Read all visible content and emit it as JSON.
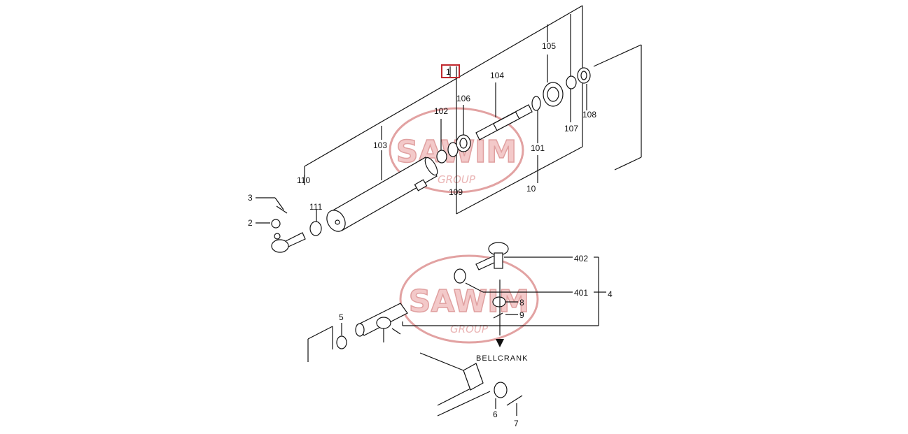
{
  "watermark": {
    "brand": "SAWIM",
    "sub": "GROUP"
  },
  "callouts": {
    "c1": "1",
    "c2": "2",
    "c3": "3",
    "c4": "4",
    "c5": "5",
    "c6": "6",
    "c7": "7",
    "c8": "8",
    "c9": "9",
    "c10": "10",
    "c101": "101",
    "c102": "102",
    "c103": "103",
    "c104": "104",
    "c105": "105",
    "c106": "106",
    "c107": "107",
    "c108": "108",
    "c109": "109",
    "c110": "110",
    "c111": "111",
    "c401": "401",
    "c402": "402"
  },
  "bellcrank_label": "BELLCRANK",
  "colors": {
    "highlight_box": "#c0282d",
    "watermark": "#e2a2a2",
    "line": "#111111"
  }
}
